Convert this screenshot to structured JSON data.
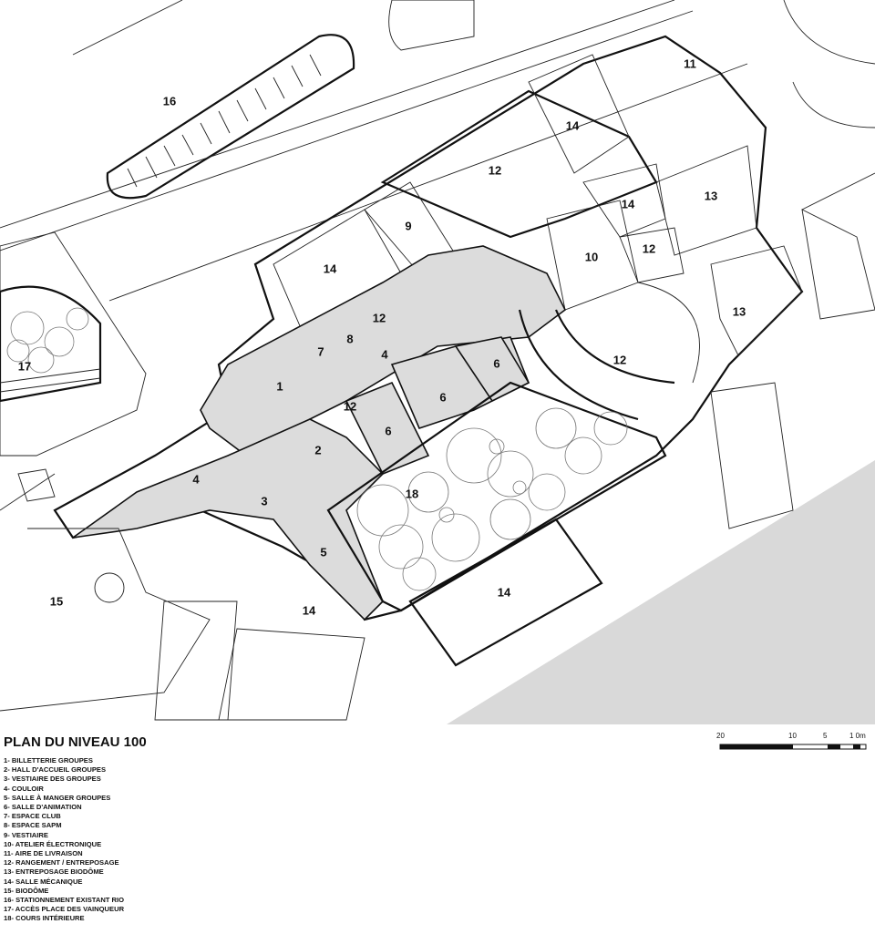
{
  "plan": {
    "rooms": [
      {
        "id": "r16",
        "label": "16"
      },
      {
        "id": "r11",
        "label": "11"
      },
      {
        "id": "r14a",
        "label": "14"
      },
      {
        "id": "r12a",
        "label": "12"
      },
      {
        "id": "r13a",
        "label": "13"
      },
      {
        "id": "r14b",
        "label": "14"
      },
      {
        "id": "r9",
        "label": "9"
      },
      {
        "id": "r14c",
        "label": "14"
      },
      {
        "id": "r12b",
        "label": "12"
      },
      {
        "id": "r10",
        "label": "10"
      },
      {
        "id": "r13b",
        "label": "13"
      },
      {
        "id": "r12c",
        "label": "12"
      },
      {
        "id": "r7",
        "label": "7"
      },
      {
        "id": "r8",
        "label": "8"
      },
      {
        "id": "r4a",
        "label": "4"
      },
      {
        "id": "r12d",
        "label": "12"
      },
      {
        "id": "r6a",
        "label": "6"
      },
      {
        "id": "r17",
        "label": "17"
      },
      {
        "id": "r1",
        "label": "1"
      },
      {
        "id": "r12e",
        "label": "12"
      },
      {
        "id": "r6b",
        "label": "6"
      },
      {
        "id": "r6c",
        "label": "6"
      },
      {
        "id": "r2",
        "label": "2"
      },
      {
        "id": "r4b",
        "label": "4"
      },
      {
        "id": "r3",
        "label": "3"
      },
      {
        "id": "r18",
        "label": "18"
      },
      {
        "id": "r5",
        "label": "5"
      },
      {
        "id": "r14d",
        "label": "14"
      },
      {
        "id": "r15",
        "label": "15"
      },
      {
        "id": "r14e",
        "label": "14"
      }
    ]
  },
  "title": "PLAN DU NIVEAU 100",
  "legend": [
    "1- BILLETTERIE GROUPES",
    "2- HALL D'ACCUEIL GROUPES",
    "3- VESTIAIRE DES GROUPES",
    "4- COULOIR",
    "5- SALLE À MANGER GROUPES",
    "6- SALLE D'ANIMATION",
    "7- ESPACE CLUB",
    "8- ESPACE SAPM",
    "9- VESTIAIRE",
    "10- ATELIER ÉLECTRONIQUE",
    "11- AIRE DE LIVRAISON",
    "12- RANGEMENT / ENTREPOSAGE",
    "13- ENTREPOSAGE BIODÔME",
    "14- SALLE MÉCANIQUE",
    "15- BIODÔME",
    "16- STATIONNEMENT EXISTANT RIO",
    "17- ACCÈS PLACE DES VAINQUEUR",
    "18- COURS INTÉRIEURE"
  ],
  "scale": {
    "ticks": [
      "20",
      "10",
      "5",
      "1 0m"
    ]
  }
}
